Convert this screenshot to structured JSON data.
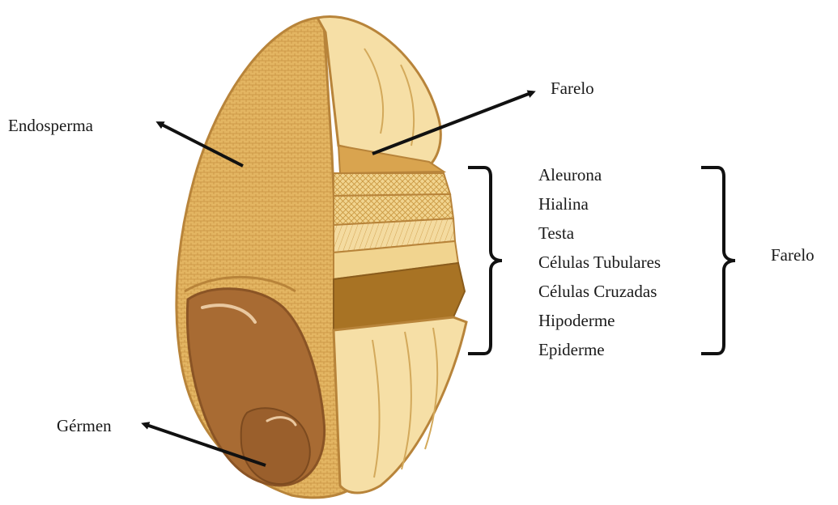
{
  "labels": {
    "endosperm": "Endosperma",
    "bran_top": "Farelo",
    "germ": "Gérmen",
    "bran_right": "Farelo"
  },
  "layers": [
    "Aleurona",
    "Hialina",
    "Testa",
    "Células Tubulares",
    "Células Cruzadas",
    "Hipoderme",
    "Epiderme"
  ],
  "colors": {
    "endosperm": "#e2b25e",
    "endosperm_dark": "#c7913a",
    "bran_light": "#f6dfa6",
    "bran_mid": "#e9c67e",
    "germ": "#a76a35",
    "germ_dark": "#8a5425",
    "outline": "#b8843a",
    "ink": "#111111"
  }
}
